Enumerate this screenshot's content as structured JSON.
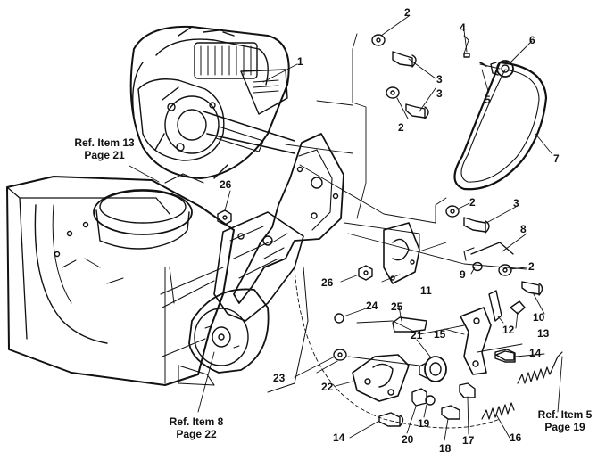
{
  "diagram": {
    "callouts": [
      "1",
      "2",
      "2",
      "2",
      "2",
      "3",
      "3",
      "3",
      "4",
      "5",
      "6",
      "7",
      "8",
      "9",
      "10",
      "11",
      "12",
      "13",
      "14",
      "14",
      "15",
      "16",
      "17",
      "18",
      "19",
      "20",
      "21",
      "22",
      "23",
      "24",
      "25",
      "26",
      "26"
    ],
    "references": [
      {
        "line1": "Ref. Item 13",
        "line2": "Page 21"
      },
      {
        "line1": "Ref. Item 8",
        "line2": "Page 22"
      },
      {
        "line1": "Ref. Item 5",
        "line2": "Page 19"
      }
    ]
  }
}
